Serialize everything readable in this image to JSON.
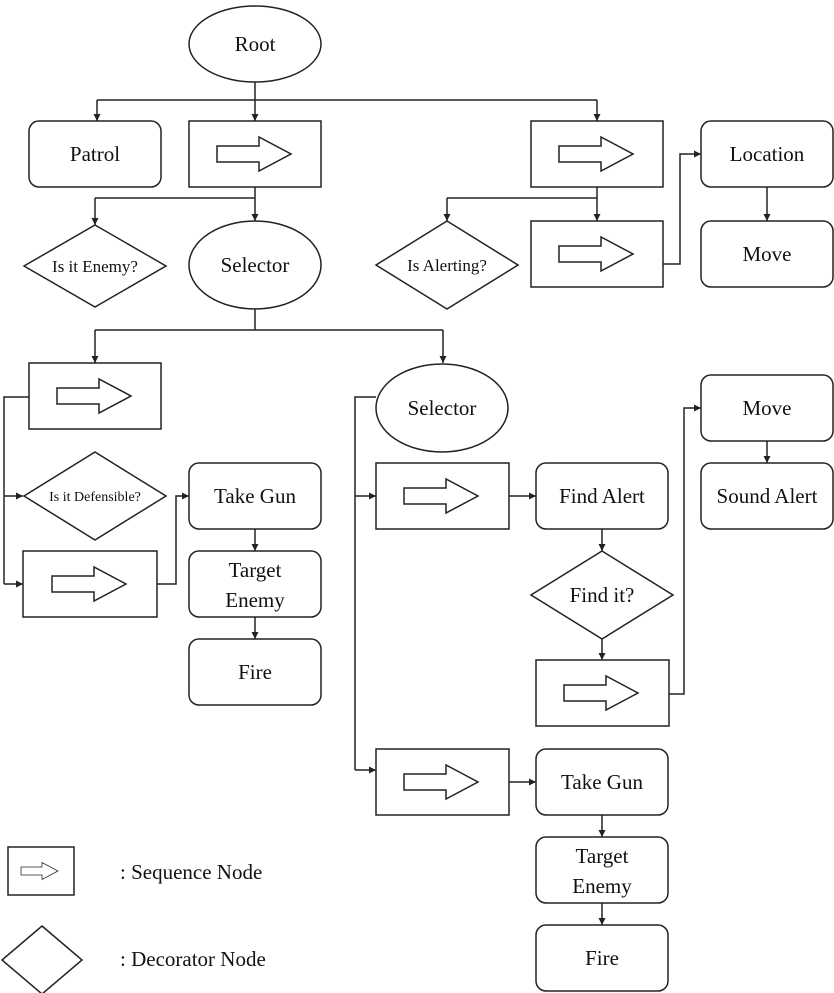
{
  "nodes": {
    "root": "Root",
    "patrol": "Patrol",
    "selector_top": "Selector",
    "is_enemy": "Is it Enemy?",
    "is_alerting": "Is Alerting?",
    "location": "Location",
    "move_top": "Move",
    "selector_mid": "Selector",
    "is_defensible": "Is it Defensible?",
    "take_gun_left": "Take Gun",
    "target_enemy_left_1": "Target",
    "target_enemy_left_2": "Enemy",
    "fire_left": "Fire",
    "find_alert": "Find Alert",
    "find_it": "Find it?",
    "move_right": "Move",
    "sound_alert": "Sound Alert",
    "take_gun_bottom": "Take Gun",
    "target_enemy_bottom_1": "Target",
    "target_enemy_bottom_2": "Enemy",
    "fire_bottom": "Fire"
  },
  "legend": {
    "sequence": ": Sequence Node",
    "decorator": ": Decorator Node"
  }
}
